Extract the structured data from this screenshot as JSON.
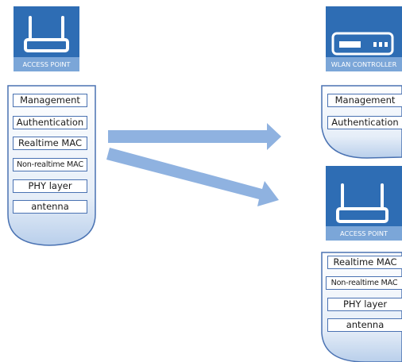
{
  "devices": {
    "left_ap": {
      "title": "ACCESS POINT",
      "icon": "access-point-icon",
      "layers": [
        "Management",
        "Authentication",
        "Realtime MAC",
        "Non-realtime MAC",
        "PHY layer",
        "antenna"
      ]
    },
    "wlan_controller": {
      "title": "WLAN CONTROLLER",
      "icon": "wlan-controller-icon",
      "layers": [
        "Management",
        "Authentication"
      ]
    },
    "right_ap": {
      "title": "ACCESS POINT",
      "icon": "access-point-icon",
      "layers": [
        "Realtime MAC",
        "Non-realtime MAC",
        "PHY layer",
        "antenna"
      ]
    }
  },
  "colors": {
    "icon_tile": "#2e6db4",
    "caption_band": "#7ba6d8",
    "container_fill": "#bcd3ee",
    "outline": "#4a72b2",
    "arrow": "#8fb2e0"
  }
}
